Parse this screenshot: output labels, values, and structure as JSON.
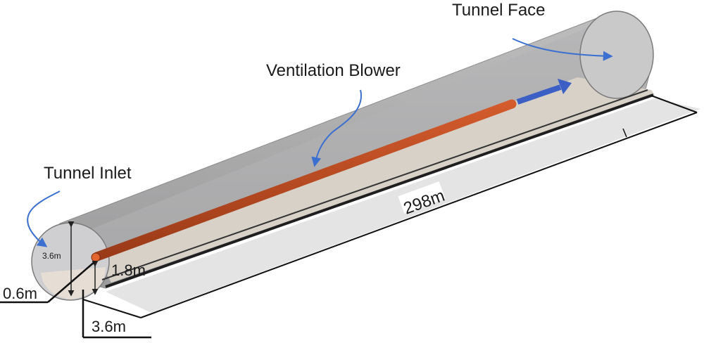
{
  "labels": {
    "tunnel_face": "Tunnel Face",
    "ventilation_blower": "Ventilation Blower",
    "tunnel_inlet": "Tunnel Inlet",
    "length": "298m",
    "inlet_height": "3.6m",
    "blower_height": "1.8m",
    "blower_offset": "0.6m",
    "inlet_width": "3.6m"
  },
  "colors": {
    "tunnel_wall": "#a9a9aa",
    "tunnel_floor": "#d6cfc6",
    "blower_duct": "#b84a22",
    "airflow_arrow": "#3b5fc4",
    "pointer_arrow": "#3b6fd0"
  }
}
